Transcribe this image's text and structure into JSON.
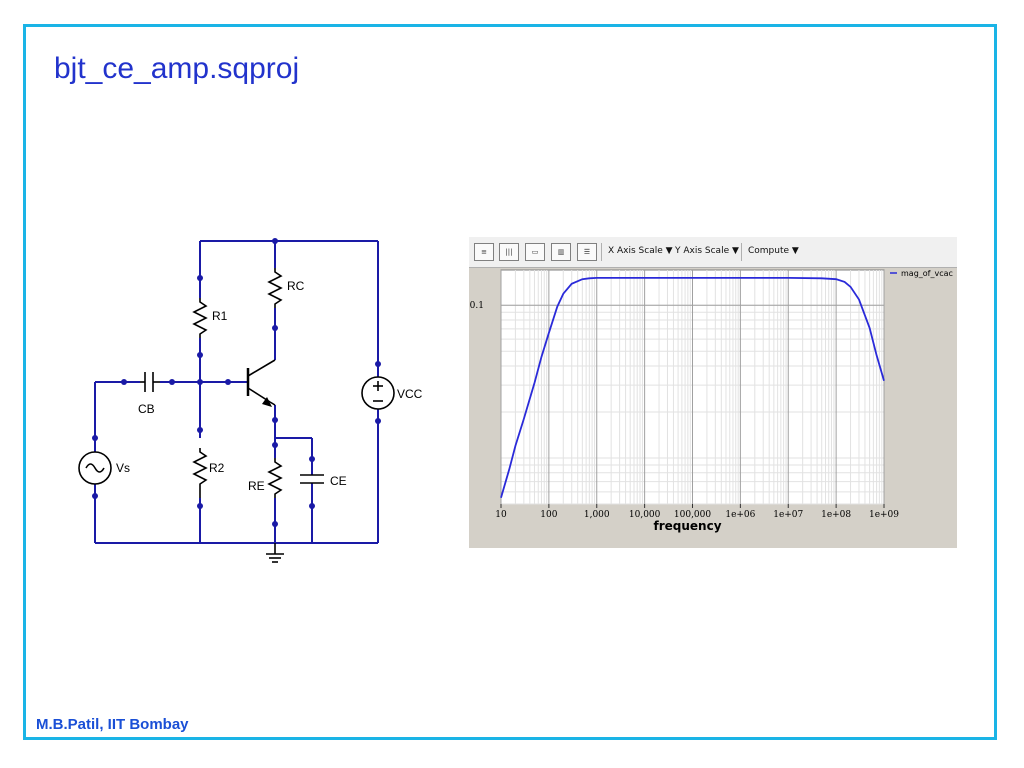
{
  "slide": {
    "title": "bjt_ce_amp.sqproj",
    "footer": "M.B.Patil, IIT Bombay",
    "border_color": "#1ab4e6",
    "title_color": "#2233cc"
  },
  "circuit": {
    "wire_color": "#1a1aa6",
    "components": {
      "r1": "R1",
      "r2": "R2",
      "rc": "RC",
      "re": "RE",
      "cb": "CB",
      "ce": "CE",
      "vs": "Vs",
      "vcc": "VCC"
    }
  },
  "toolbar": {
    "buttons": [
      "list-view-icon",
      "grid-view-icon",
      "label-view-icon",
      "bar-label-icon",
      "legend-icon"
    ],
    "x_axis_scale": "X Axis Scale",
    "y_axis_scale": "Y Axis Scale",
    "compute": "Compute"
  },
  "chart_data": {
    "type": "line",
    "xlabel": "frequency",
    "ylabel": "",
    "x_scale": "log",
    "y_scale": "log",
    "xlim": [
      10,
      1000000000
    ],
    "ylim": [
      0.005,
      0.17
    ],
    "x_ticks": [
      10,
      100,
      1000,
      10000,
      100000,
      1000000,
      10000000,
      100000000,
      1000000000
    ],
    "x_tick_labels": [
      "10",
      "100",
      "1,000",
      "10,000",
      "100,000",
      "1e+06",
      "1e+07",
      "1e+08",
      "1e+09"
    ],
    "y_ticks": [
      0.1
    ],
    "y_tick_labels": [
      "0.1"
    ],
    "grid": true,
    "legend_position": "top-right",
    "series": [
      {
        "name": "mag_of_vcac",
        "color": "#2a2ad9",
        "x": [
          10,
          15,
          20,
          30,
          50,
          70,
          100,
          150,
          200,
          300,
          500,
          700,
          1000,
          10000,
          1000000,
          10000000,
          50000000,
          100000000,
          150000000,
          200000000,
          300000000,
          500000000,
          700000000,
          1000000000
        ],
        "y": [
          0.0055,
          0.0085,
          0.012,
          0.018,
          0.031,
          0.046,
          0.066,
          0.098,
          0.119,
          0.138,
          0.148,
          0.15,
          0.151,
          0.151,
          0.151,
          0.151,
          0.15,
          0.148,
          0.142,
          0.132,
          0.109,
          0.071,
          0.047,
          0.032
        ]
      }
    ]
  }
}
